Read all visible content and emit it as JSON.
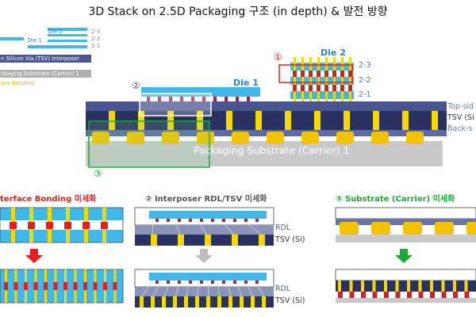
{
  "title": "3D Stack on 2.5D Packaging 구조 (in depth) & 발전 방향",
  "legend": {
    "die2": "Die 2",
    "die1": "Die 1",
    "l23": "2-3",
    "l22": "2-2",
    "l21": "2-1",
    "tsv_interposer": "n Silicon Via (TSV) Interposer",
    "substrate": "ckaging Substrate (Carrier) 1",
    "bonding": "ace Bonding"
  },
  "main": {
    "die1": "Die 1",
    "die2": "Die 2",
    "l23": "2-3",
    "l22": "2-2",
    "l21": "2-1",
    "top_side": "Top-sid",
    "tsv": "TSV (Si",
    "back_side": "Back-s",
    "substrate": "Packaging Substrate (Carrier) 1",
    "marker1": "①",
    "marker2": "②",
    "marker3": "③"
  },
  "panels": {
    "p1_title": "terface Bonding 미세화",
    "p2_title": "② Interposer RDL/TSV 미세화",
    "p3_title": "③ Substrate (Carrier) 미세화",
    "rdl_top": "RDL",
    "tsv_top": "TSV (Si)",
    "rdl_bottom": "RDL",
    "tsv_bottom": "TSV (Si)"
  },
  "colors": {
    "cyan": "#3fb9ea",
    "navy": "#2b3262",
    "yellow": "#f5d800",
    "bump": "#f2c400",
    "gray": "#c9c9c9",
    "red": "#e0201e",
    "green": "#1fa83a",
    "arrow_gray": "#bdbdbd"
  }
}
